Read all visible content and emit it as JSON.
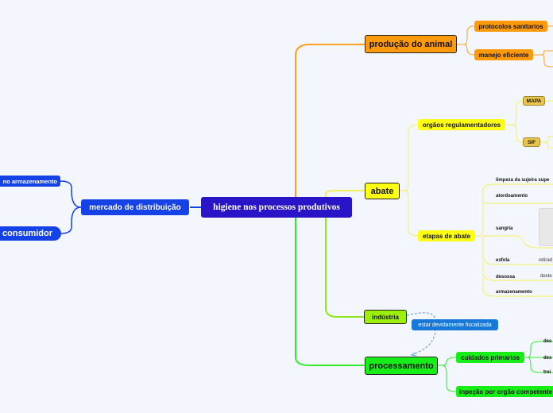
{
  "map": {
    "central": "higiene nos processos produtivos",
    "left": {
      "distribution": "mercado de distribuição",
      "storage": "no armazenamento",
      "consumer": "consumidor"
    },
    "producao": {
      "label": "produção do animal",
      "protocolos": "protocolos sanitarios",
      "manejo": "manejo eficiente"
    },
    "abate": {
      "label": "abate",
      "orgaos": "orgãos regulamentadores",
      "mapa": "MAPA",
      "sif": "SIF",
      "etapas": "etapas de abate",
      "steps": [
        "limpeza da sujeira supe",
        "atordoamento",
        "sangria",
        "esfola",
        "desossa",
        "armazenamento"
      ],
      "notes": {
        "esfola": "retirad",
        "desossa": "deste"
      }
    },
    "industria": {
      "label": "indústria",
      "fiscal": "estar devidamente fiscalizada"
    },
    "processamento": {
      "label": "processamento",
      "cuidados": "cuidados primarios",
      "cuidados_items": [
        "des",
        "des",
        "trei"
      ],
      "inspecao": "inpeção por orgão competente"
    }
  },
  "colors": {
    "central": "#2a14c8",
    "blue": "#1542e6",
    "orange": "#ff9a0a",
    "yellow": "#ffff14",
    "green": "#17ee17",
    "lime": "#9cf008",
    "fiscal": "#1778d8"
  }
}
